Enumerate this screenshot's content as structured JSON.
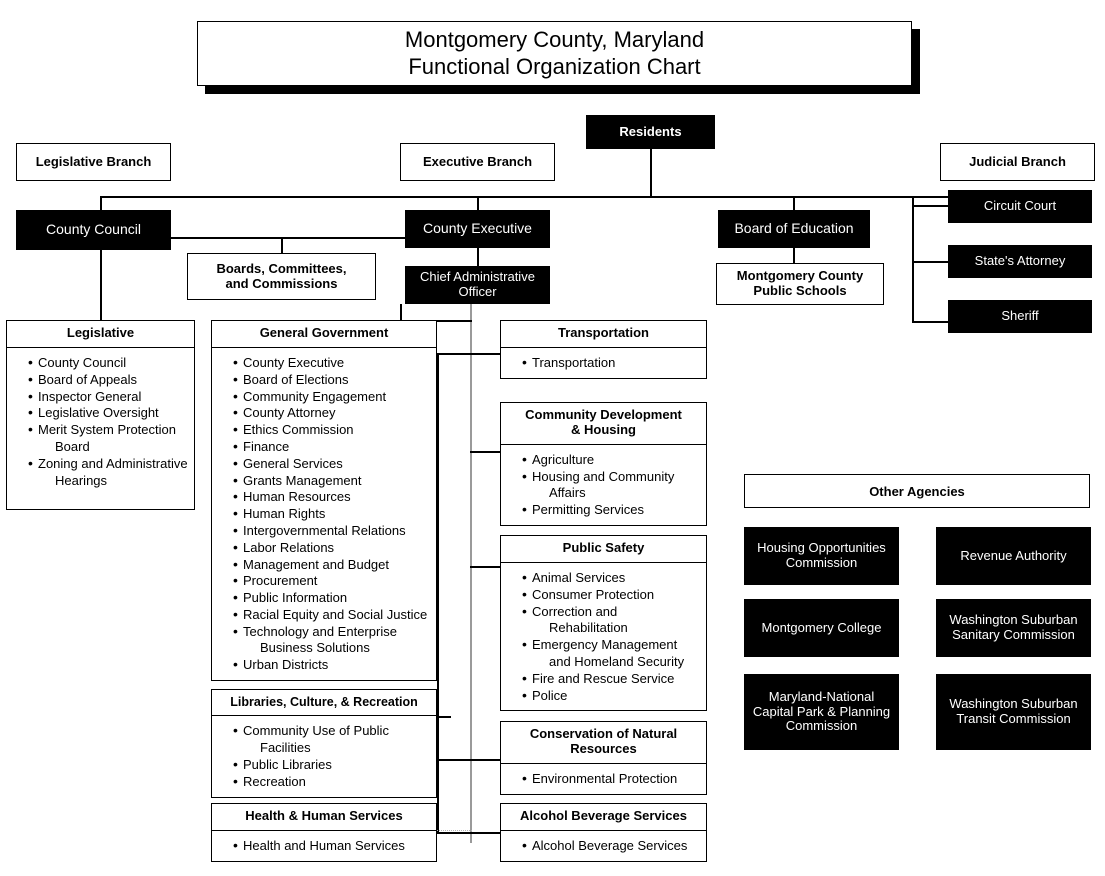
{
  "title": {
    "line1": "Montgomery County, Maryland",
    "line2": "Functional Organization Chart"
  },
  "top_nodes": {
    "residents": "Residents",
    "legislative_branch": "Legislative Branch",
    "executive_branch": "Executive Branch",
    "judicial_branch": "Judicial Branch",
    "county_council": "County Council",
    "county_executive": "County Executive",
    "boards_committees": "Boards, Committees,\nand Commissions",
    "boards_committees_l1": "Boards, Committees,",
    "boards_committees_l2": "and Commissions",
    "chief_administrative_officer_l1": "Chief Administrative",
    "chief_administrative_officer_l2": "Officer",
    "board_of_education": "Board of Education",
    "mcps_l1": "Montgomery County",
    "mcps_l2": "Public Schools",
    "circuit_court": "Circuit Court",
    "states_attorney": "State's Attorney",
    "sheriff": "Sheriff"
  },
  "panels": {
    "legislative": {
      "header": "Legislative",
      "items": [
        {
          "text": "County Council"
        },
        {
          "text": "Board of Appeals"
        },
        {
          "text": "Inspector General"
        },
        {
          "text": "Legislative Oversight"
        },
        {
          "text": "Merit System Protection",
          "cont": "Board"
        },
        {
          "text": "Zoning and Administrative",
          "cont": "Hearings"
        }
      ]
    },
    "general_government": {
      "header": "General Government",
      "items": [
        {
          "text": "County Executive"
        },
        {
          "text": "Board of Elections"
        },
        {
          "text": "Community Engagement"
        },
        {
          "text": "County Attorney"
        },
        {
          "text": "Ethics Commission"
        },
        {
          "text": "Finance"
        },
        {
          "text": "General Services"
        },
        {
          "text": "Grants Management"
        },
        {
          "text": "Human Resources"
        },
        {
          "text": "Human Rights"
        },
        {
          "text": "Intergovernmental Relations"
        },
        {
          "text": "Labor Relations"
        },
        {
          "text": "Management and Budget"
        },
        {
          "text": "Procurement"
        },
        {
          "text": "Public Information"
        },
        {
          "text": "Racial Equity and Social Justice"
        },
        {
          "text": "Technology and Enterprise",
          "cont": "Business Solutions"
        },
        {
          "text": "Urban Districts"
        }
      ]
    },
    "libraries": {
      "header": "Libraries, Culture, & Recreation",
      "items": [
        {
          "text": "Community Use of Public",
          "cont": "Facilities"
        },
        {
          "text": "Public Libraries"
        },
        {
          "text": "Recreation"
        }
      ]
    },
    "health": {
      "header": "Health & Human Services",
      "items": [
        {
          "text": "Health and Human Services"
        }
      ]
    },
    "transportation": {
      "header": "Transportation",
      "items": [
        {
          "text": "Transportation"
        }
      ]
    },
    "community_development": {
      "header_l1": "Community Development",
      "header_l2": "& Housing",
      "items": [
        {
          "text": "Agriculture"
        },
        {
          "text": "Housing and Community",
          "cont": "Affairs"
        },
        {
          "text": "Permitting Services"
        }
      ]
    },
    "public_safety": {
      "header": "Public Safety",
      "items": [
        {
          "text": "Animal Services"
        },
        {
          "text": "Consumer Protection"
        },
        {
          "text": "Correction and",
          "cont": "Rehabilitation"
        },
        {
          "text": "Emergency Management",
          "cont": "and Homeland Security"
        },
        {
          "text": "Fire and Rescue Service"
        },
        {
          "text": "Police"
        }
      ]
    },
    "conservation": {
      "header_l1": "Conservation of Natural",
      "header_l2": "Resources",
      "items": [
        {
          "text": "Environmental Protection"
        }
      ]
    },
    "alcohol": {
      "header": "Alcohol Beverage Services",
      "items": [
        {
          "text": "Alcohol Beverage Services"
        }
      ]
    }
  },
  "other_agencies": {
    "header": "Other Agencies",
    "items": [
      {
        "l1": "Housing Opportunities",
        "l2": "Commission",
        "l3": ""
      },
      {
        "l1": "Revenue Authority",
        "l2": "",
        "l3": ""
      },
      {
        "l1": "Montgomery College",
        "l2": "",
        "l3": ""
      },
      {
        "l1": "Washington Suburban",
        "l2": "Sanitary Commission",
        "l3": ""
      },
      {
        "l1": "Maryland-National",
        "l2": "Capital Park & Planning",
        "l3": "Commission"
      },
      {
        "l1": "Washington Suburban",
        "l2": "Transit Commission",
        "l3": ""
      }
    ]
  },
  "colors": {
    "node_fill": "#000000",
    "node_text": "#ffffff",
    "box_border": "#000000",
    "background": "#ffffff"
  }
}
